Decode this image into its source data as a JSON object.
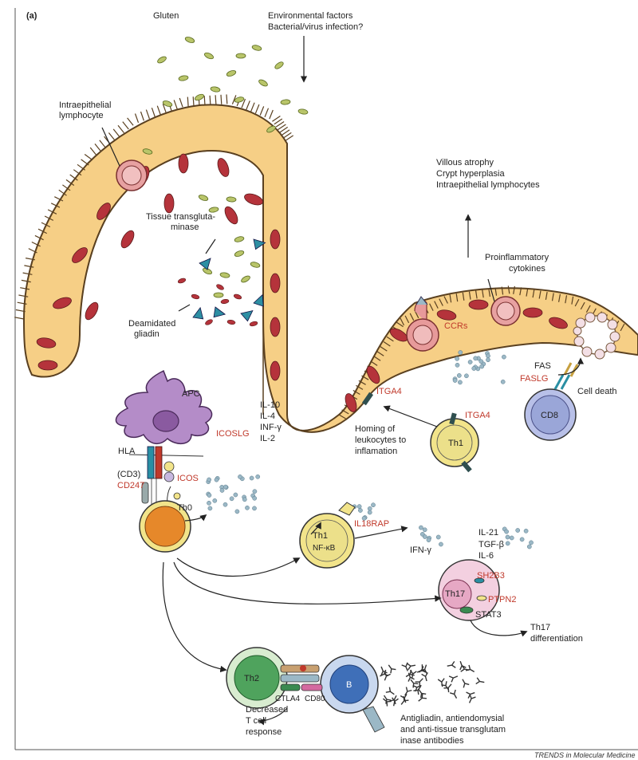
{
  "panel_label": "(a)",
  "colors": {
    "epithelium": "#f6cf86",
    "epithelium_stroke": "#5a4020",
    "nucleus": "#b5333b",
    "gluten": "#b9c56a",
    "red_label": "#c0392b",
    "cytokine": "#9bb8c6",
    "apc": "#b48cc8",
    "th1": "#f2e48a",
    "th0": "#e6882a",
    "th17": "#e6a8c4",
    "cd8": "#9aa6d8",
    "th2": "#4fa35d",
    "b": "#3f6fb8",
    "transglutaminase": "#2e8fa3"
  },
  "labels": {
    "gluten": "Gluten",
    "env1": "Environmental factors",
    "env2": "Bacterial/virus infection?",
    "iel1": "Intraepithelial",
    "iel2": "lymphocyte",
    "villous1": "Villous atrophy",
    "villous2": "Crypt hyperplasia",
    "villous3": "Intraepithelial lymphocytes",
    "tg1": "Tissue transgluta-",
    "tg2": "minase",
    "deam1": "Deamidated",
    "deam2": "gliadin",
    "proinf1": "Proinflammatory",
    "proinf2": "cytokines",
    "ccrs": "CCRs",
    "fas": "FAS",
    "faslg": "FASLG",
    "cell_death": "Cell death",
    "cd8": "CD8",
    "apc": "APC",
    "hla": "HLA",
    "cd3": "(CD3)",
    "cd247": "CD247",
    "icos": "ICOS",
    "icoslg": "ICOSLG",
    "th0": "Th0",
    "il10": "IL-10",
    "il4": "IL-4",
    "infg": "INF-γ",
    "il2": "IL-2",
    "itga4_a": "ITGA4",
    "itga4_b": "ITGA4",
    "homing1": "Homing of",
    "homing2": "leukocytes to",
    "homing3": "inflamation",
    "th1_a": "Th1",
    "th1_b": "Th1",
    "nfkb": "NF-κB",
    "il18rap": "IL18RAP",
    "ifng": "IFN-γ",
    "il21": "IL-21",
    "tgfb": "TGF-β",
    "il6": "IL-6",
    "th17": "Th17",
    "sh2b3": "SH2B3",
    "ptpn2": "PTPN2",
    "stat3": "STAT3",
    "th17diff1": "Th17",
    "th17diff2": "differentiation",
    "th2": "Th2",
    "b": "B",
    "ctla4": "CTLA4",
    "cd80": "CD80",
    "decr1": "Decreased",
    "decr2": "T cell",
    "decr3": "response",
    "anti1": "Antigliadin, antiendomysial",
    "anti2": "and anti-tissue transglutam",
    "anti3": "inase antibodies",
    "credit": "TRENDS in Molecular Medicine"
  }
}
